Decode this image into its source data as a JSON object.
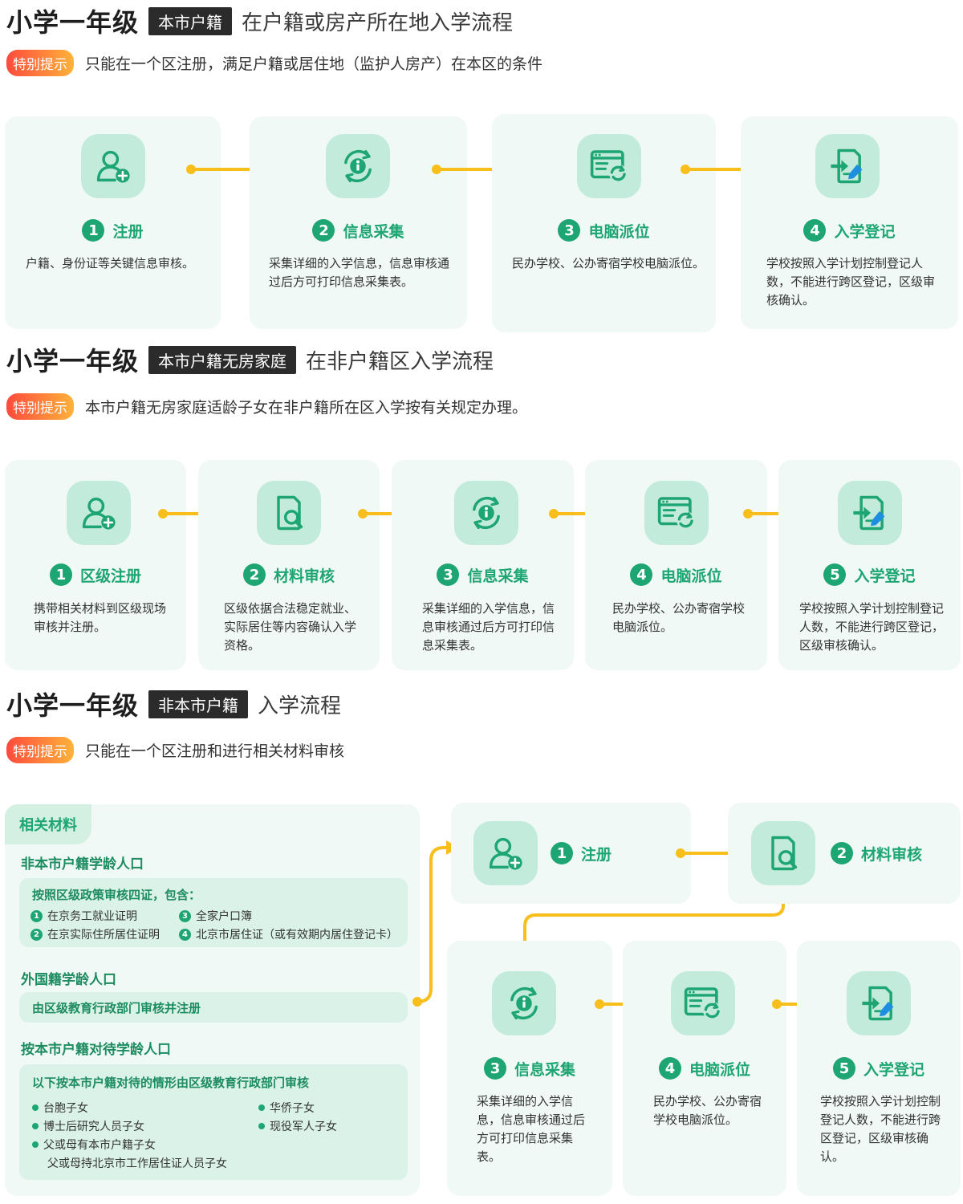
{
  "sections": [
    {
      "title_main": "小学一年级",
      "title_tag": "本市户籍",
      "title_rest": "在户籍或房产所在地入学流程",
      "tip_badge": "特别提示",
      "tip_text": "只能在一个区注册，满足户籍或居住地（监护人房产）在本区的条件",
      "steps": [
        {
          "num": "1",
          "name": "注册",
          "desc": "户籍、身份证等关键信息审核。",
          "icon": "user-add-icon"
        },
        {
          "num": "2",
          "name": "信息采集",
          "desc": "采集详细的入学信息，信息审核通过后方可打印信息采集表。",
          "icon": "info-refresh-icon"
        },
        {
          "num": "3",
          "name": "电脑派位",
          "desc": "民办学校、公办寄宿学校电脑派位。",
          "icon": "computer-refresh-icon"
        },
        {
          "num": "4",
          "name": "入学登记",
          "desc": "学校按照入学计划控制登记人数，不能进行跨区登记，区级审核确认。",
          "icon": "document-edit-icon"
        }
      ]
    },
    {
      "title_main": "小学一年级",
      "title_tag": "本市户籍无房家庭",
      "title_rest": "在非户籍区入学流程",
      "tip_badge": "特别提示",
      "tip_text": "本市户籍无房家庭适龄子女在非户籍所在区入学按有关规定办理。",
      "steps": [
        {
          "num": "1",
          "name": "区级注册",
          "desc": "携带相关材料到区级现场审核并注册。",
          "icon": "user-add-icon"
        },
        {
          "num": "2",
          "name": "材料审核",
          "desc": "区级依据合法稳定就业、实际居住等内容确认入学资格。",
          "icon": "document-search-icon"
        },
        {
          "num": "3",
          "name": "信息采集",
          "desc": "采集详细的入学信息，信息审核通过后方可打印信息采集表。",
          "icon": "info-refresh-icon"
        },
        {
          "num": "4",
          "name": "电脑派位",
          "desc": "民办学校、公办寄宿学校电脑派位。",
          "icon": "computer-refresh-icon"
        },
        {
          "num": "5",
          "name": "入学登记",
          "desc": "学校按照入学计划控制登记人数，不能进行跨区登记，区级审核确认。",
          "icon": "document-edit-icon"
        }
      ]
    },
    {
      "title_main": "小学一年级",
      "title_tag": "非本市户籍",
      "title_rest": "入学流程",
      "tip_badge": "特别提示",
      "tip_text": "只能在一个区注册和进行相关材料审核",
      "steps": [
        {
          "num": "1",
          "name": "注册",
          "desc": "",
          "icon": "user-add-icon"
        },
        {
          "num": "2",
          "name": "材料审核",
          "desc": "",
          "icon": "document-search-icon"
        },
        {
          "num": "3",
          "name": "信息采集",
          "desc": "采集详细的入学信息，信息审核通过后方可打印信息采集表。",
          "icon": "info-refresh-icon"
        },
        {
          "num": "4",
          "name": "电脑派位",
          "desc": "民办学校、公办寄宿学校电脑派位。",
          "icon": "computer-refresh-icon"
        },
        {
          "num": "5",
          "name": "入学登记",
          "desc": "学校按照入学计划控制登记人数，不能进行跨区登记，区级审核确认。",
          "icon": "document-edit-icon"
        }
      ]
    }
  ],
  "materials": {
    "tab": "相关材料",
    "group1_title": "非本市户籍学龄人口",
    "group1_box_title": "按照区级政策审核四证，包含：",
    "group1_items": [
      {
        "num": "1",
        "text": "在京务工就业证明"
      },
      {
        "num": "2",
        "text": "在京实际住所居住证明"
      },
      {
        "num": "3",
        "text": "全家户口簿"
      },
      {
        "num": "4",
        "text": "北京市居住证（或有效期内居住登记卡）"
      }
    ],
    "group2_title": "外国籍学龄人口",
    "group2_box_text": "由区级教育行政部门审核并注册",
    "group3_title": "按本市户籍对待学龄人口",
    "group3_box_title": "以下按本市户籍对待的情形由区级教育行政部门审核",
    "group3_items": [
      "台胞子女",
      "博士后研究人员子女",
      "父或母有本市户籍子女",
      "华侨子女",
      "现役军人子女"
    ],
    "group3_extra": "父或母持北京市工作居住证人员子女"
  },
  "colors": {
    "green": "#1ea574",
    "yellow": "#f8bf1c",
    "card": "#f0f9f5",
    "icon_bg": "#c3ebdc"
  }
}
